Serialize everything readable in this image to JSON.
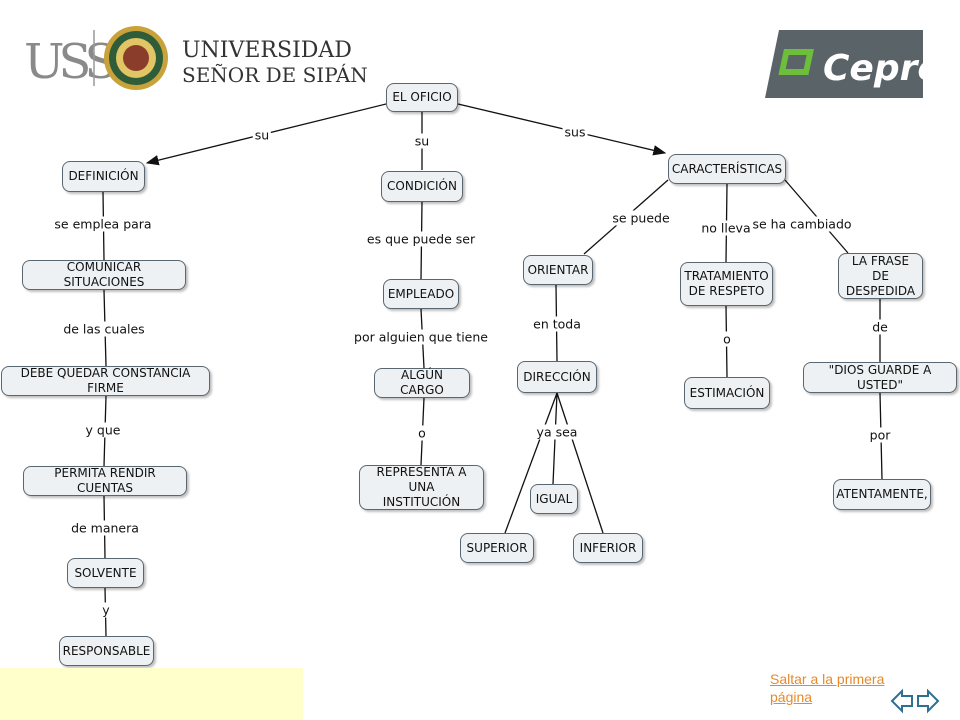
{
  "header": {
    "logo_mark": "USS",
    "university_line1": "UNIVERSIDAD",
    "university_line2": "SEÑOR DE SIPÁN",
    "cepre": "Cepre"
  },
  "nodes": {
    "oficio": "EL OFICIO",
    "definicion": "DEFINICIÓN",
    "condicion": "CONDICIÓN",
    "caracteristicas": "CARACTERÍSTICAS",
    "comunicar": "COMUNICAR SITUACIONES",
    "debe": "DEBE QUEDAR CONSTANCIA FIRME",
    "permita": "PERMITA RENDIR CUENTAS",
    "solvente": "SOLVENTE",
    "responsable": "RESPONSABLE",
    "empleado": "EMPLEADO",
    "algun": "ALGÚN CARGO",
    "representa": "REPRESENTA A UNA\nINSTITUCIÓN",
    "orientar": "ORIENTAR",
    "direccion": "DIRECCIÓN",
    "superior": "SUPERIOR",
    "igual": "IGUAL",
    "inferior": "INFERIOR",
    "tratamiento": "TRATAMIENTO\nDE RESPETO",
    "estimacion": "ESTIMACIÓN",
    "frase": "LA FRASE DE\nDESPEDIDA",
    "dios": "\"DIOS GUARDE A USTED\"",
    "atentamente": "ATENTAMENTE,"
  },
  "links": {
    "su1": "su",
    "su2": "su",
    "sus": "sus",
    "se_emplea": "se emplea para",
    "de_las_cuales": "de las cuales",
    "y_que": "y que",
    "de_manera": "de manera",
    "y": "y",
    "es_que": "es que puede ser",
    "por_alguien": "por alguien que tiene",
    "o1": "o",
    "se_puede": "se puede",
    "no_lleva": "no lleva",
    "se_ha_cambiado": "se ha cambiado",
    "en_toda": "en toda",
    "ya_sea": "ya sea",
    "o2": "o",
    "de": "de",
    "por": "por"
  },
  "footer": {
    "jump_link": "Saltar a la primera página",
    "prev_icon": "arrow-left-icon",
    "next_icon": "arrow-right-icon"
  },
  "colors": {
    "node_bg": "#eef1f3",
    "node_border": "#5b6770",
    "link_color": "#e58a2c",
    "footer_bg": "#ffffcc",
    "cepre_bg": "#5a6368",
    "cepre_green": "#6dbf3b"
  }
}
